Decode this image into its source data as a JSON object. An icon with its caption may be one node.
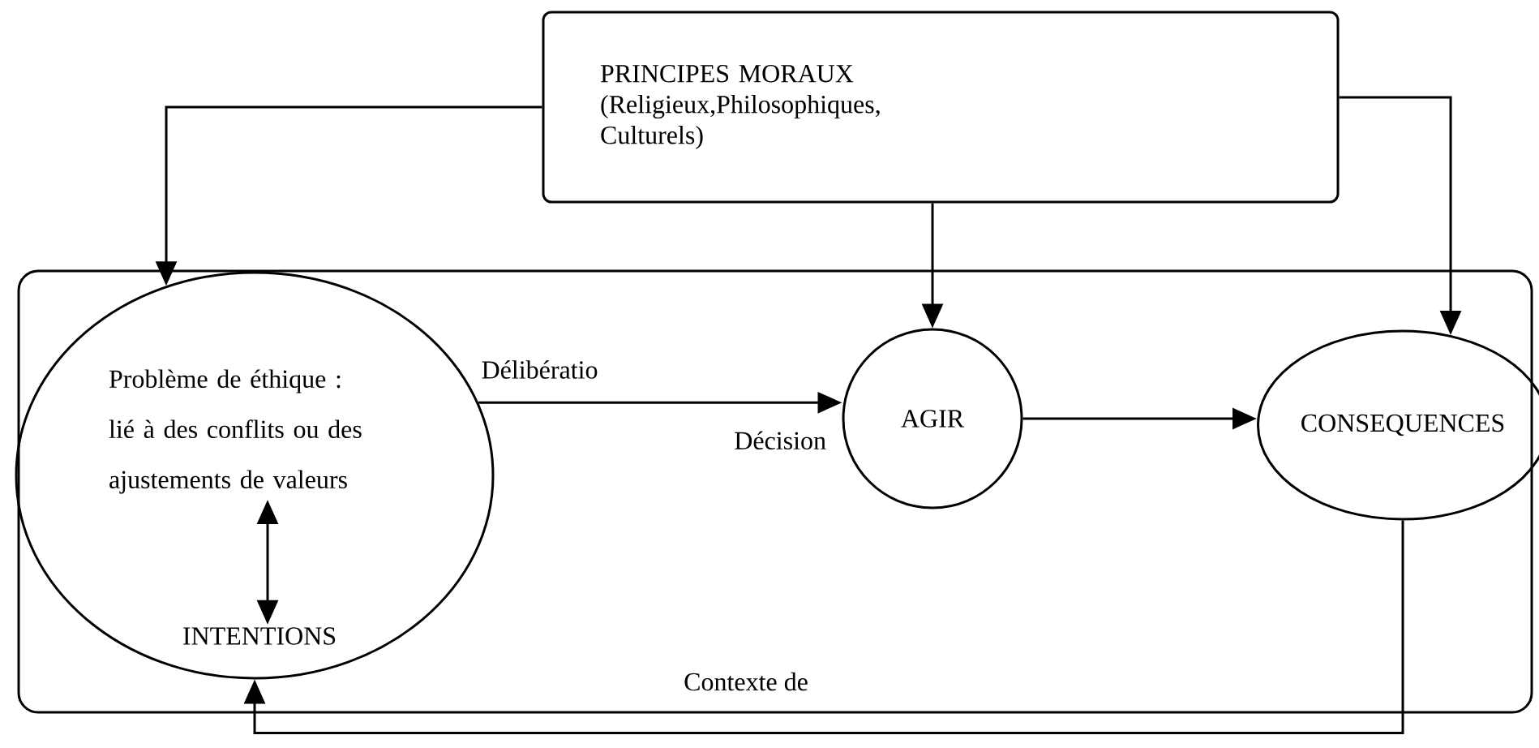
{
  "diagram": {
    "nodes": [
      {
        "text": [
          "PRINCIPES MORAUX",
          "(Religieux,Philosophiques, Culturels)"
        ]
      },
      {
        "text": [
          "Contexte de"
        ]
      },
      {
        "text": [],
        "shape": "ellipse",
        "in": 1
      },
      {
        "text": [
          "Problème de éthique : lié à des conflits ou des ajustements de valeurs"
        ],
        "in": 2
      },
      {
        "text": [
          "INTENTIONS"
        ],
        "in": 2
      },
      {
        "text": [
          "AGIR"
        ],
        "in": 1
      },
      {
        "text": [
          "CONSEQUENCES"
        ],
        "in": 1
      }
    ],
    "edges": [
      {
        "from": 0,
        "to": 2,
        "arrow": "to"
      },
      {
        "from": 0,
        "to": 5,
        "arrow": "to"
      },
      {
        "from": 0,
        "to": 6,
        "arrow": "to"
      },
      {
        "from": 2,
        "to": 5,
        "label": "Délibératio",
        "arrow": "to"
      },
      {
        "from": 5,
        "to": 6,
        "arrow": "to"
      },
      {
        "from": 6,
        "to": 2,
        "arrow": "to"
      },
      {
        "from": 3,
        "to": 4,
        "arrow": "both"
      }
    ],
    "labels": [
      "Décision"
    ]
  }
}
